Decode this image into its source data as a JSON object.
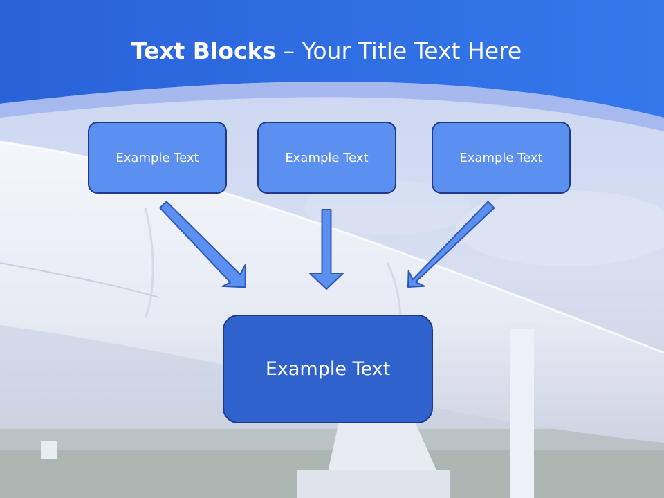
{
  "title": {
    "bold": "Text Blocks",
    "separator": " – ",
    "rest": "Your Title Text Here"
  },
  "boxes": {
    "left": "Example Text",
    "middle": "Example Text",
    "right": "Example Text",
    "center": "Example Text"
  },
  "colors": {
    "header_blue": "#2e6fe0",
    "box_light": "#5b8ff0",
    "box_dark": "#2f62cc",
    "box_border": "#1f3a8a",
    "arrow_fill": "#5b8ff0",
    "arrow_stroke": "#2f55b8"
  }
}
